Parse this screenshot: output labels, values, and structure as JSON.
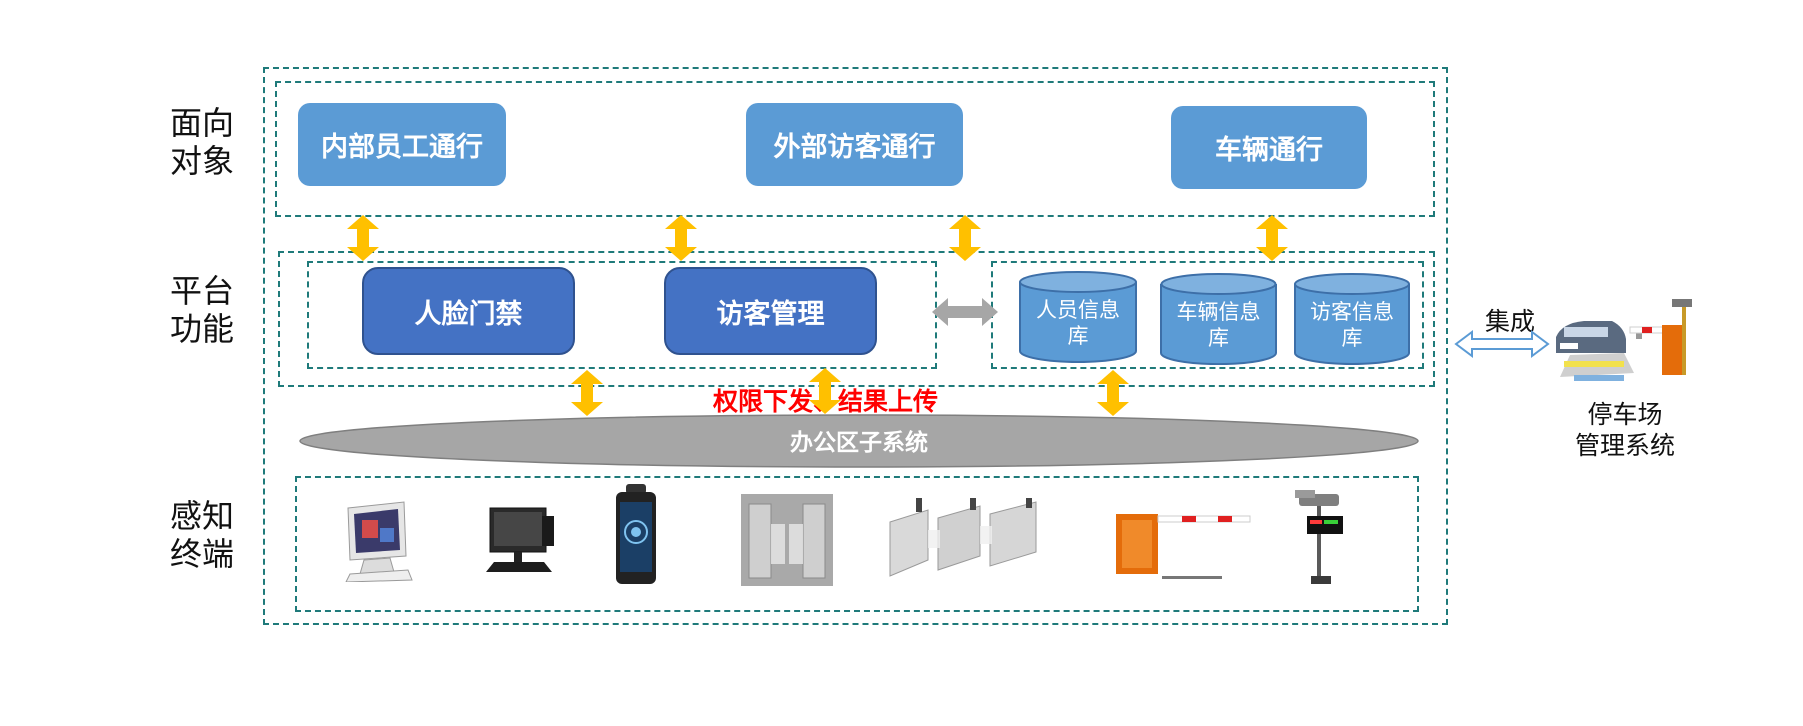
{
  "rows": {
    "target": [
      "面向",
      "对象"
    ],
    "platform": [
      "平台",
      "功能"
    ],
    "terminal": [
      "感知",
      "终端"
    ]
  },
  "targets": {
    "internal": "内部员工通行",
    "visitor": "外部访客通行",
    "vehicle": "车辆通行"
  },
  "functions": {
    "face_access": "人脸门禁",
    "visitor_mgmt": "访客管理"
  },
  "databases": [
    [
      "人员信息",
      "库"
    ],
    [
      "车辆信息",
      "库"
    ],
    [
      "访客信息",
      "库"
    ]
  ],
  "flow_label": "权限下发、结果上传",
  "subsystem": "办公区子系统",
  "side": {
    "integrate": "集成",
    "parking": [
      "停车场",
      "管理系统"
    ]
  },
  "colors": {
    "light_box": "#5b9bd5",
    "dark_box": "#4472c4",
    "arrow": "#ffc000",
    "dash": "#1f7a7a"
  }
}
